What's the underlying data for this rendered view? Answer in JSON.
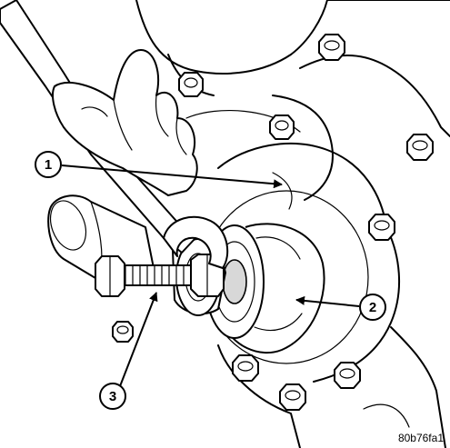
{
  "callouts": [
    {
      "label": "1"
    },
    {
      "label": "2"
    },
    {
      "label": "3"
    }
  ],
  "figure_id": "80b76fa1",
  "colors": {
    "ink": "#000000",
    "paper": "#ffffff",
    "shade": "#d8d8d8"
  }
}
